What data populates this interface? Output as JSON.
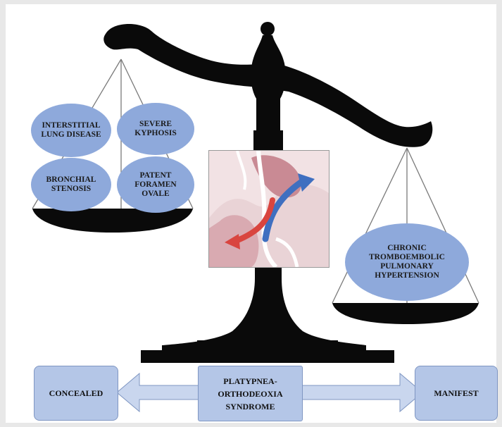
{
  "diagram": {
    "left_pan_items": [
      "INTERSTITIAL LUNG DISEASE",
      "SEVERE KYPHOSIS",
      "BRONCHIAL STENOSIS",
      "PATENT FORAMEN OVALE"
    ],
    "right_pan_item": "CHRONIC TROMBOEMBOLIC PULMONARY HYPERTENSION",
    "center_box": "PLATYPNEA-\nORTHODEOXIA\nSYNDROME",
    "left_box": "CONCEALED",
    "right_box": "MANIFEST"
  },
  "colors": {
    "ellipse_fill": "#8ea9db",
    "box_fill": "#b4c6e7",
    "scale_black": "#0a0a0a"
  },
  "icons": {
    "scale": "balance-scale-icon",
    "heart": "heart-septum-illustration-icon",
    "arrow": "double-headed-arrow-icon"
  }
}
